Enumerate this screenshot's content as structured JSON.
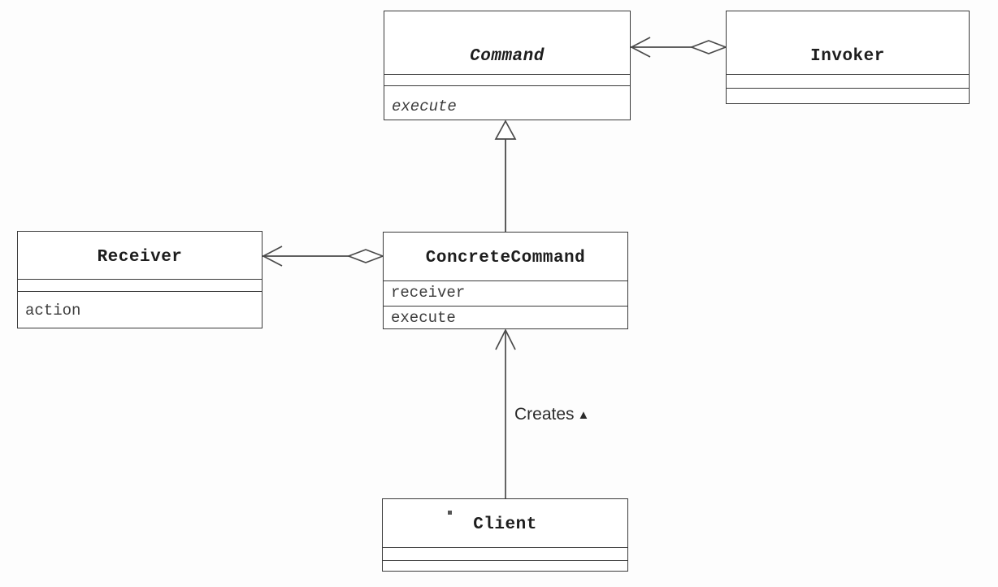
{
  "diagram": {
    "title": "Command pattern UML class diagram",
    "style": "uml-class-diagram",
    "line_color": "#4a4a4a",
    "text_color": "#1d1d1d",
    "background": "#fdfdfd"
  },
  "classes": [
    {
      "id": "command",
      "name": "Command",
      "abstract": true,
      "attributes": [],
      "operations": [
        "execute"
      ]
    },
    {
      "id": "invoker",
      "name": "Invoker",
      "abstract": false,
      "attributes": [],
      "operations": []
    },
    {
      "id": "receiver",
      "name": "Receiver",
      "abstract": false,
      "attributes": [],
      "operations": [
        "action"
      ]
    },
    {
      "id": "concrete_command",
      "name": "ConcreteCommand",
      "abstract": false,
      "attributes": [
        "receiver"
      ],
      "operations": [
        "execute"
      ]
    },
    {
      "id": "client",
      "name": "Client",
      "abstract": false,
      "attributes": [],
      "operations": []
    }
  ],
  "relationships": [
    {
      "id": "invoker-command",
      "from": "Invoker",
      "to": "Command",
      "type": "aggregation",
      "label": ""
    },
    {
      "id": "concretecommand-command",
      "from": "ConcreteCommand",
      "to": "Command",
      "type": "generalization",
      "label": ""
    },
    {
      "id": "concretecommand-receiver",
      "from": "ConcreteCommand",
      "to": "Receiver",
      "type": "aggregation",
      "label": ""
    },
    {
      "id": "client-concretecommand",
      "from": "Client",
      "to": "ConcreteCommand",
      "type": "dependency",
      "label": "Creates",
      "label_marker": "▲"
    }
  ],
  "labels": {
    "creates": "Creates",
    "creates_marker": "▲"
  }
}
